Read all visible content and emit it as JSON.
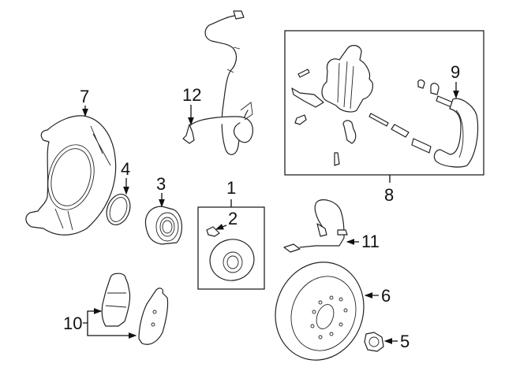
{
  "diagram": {
    "title": "Front brake components exploded view",
    "callouts": [
      {
        "number": "1",
        "part": "hub-assembly"
      },
      {
        "number": "2",
        "part": "hub-bolt"
      },
      {
        "number": "3",
        "part": "wheel-bearing"
      },
      {
        "number": "4",
        "part": "snap-ring"
      },
      {
        "number": "5",
        "part": "axle-nut"
      },
      {
        "number": "6",
        "part": "brake-rotor"
      },
      {
        "number": "7",
        "part": "splash-shield"
      },
      {
        "number": "8",
        "part": "caliper-assembly"
      },
      {
        "number": "9",
        "part": "caliper-support"
      },
      {
        "number": "10",
        "part": "brake-pads"
      },
      {
        "number": "11",
        "part": "brake-hose"
      },
      {
        "number": "12",
        "part": "abs-sensor"
      }
    ]
  }
}
